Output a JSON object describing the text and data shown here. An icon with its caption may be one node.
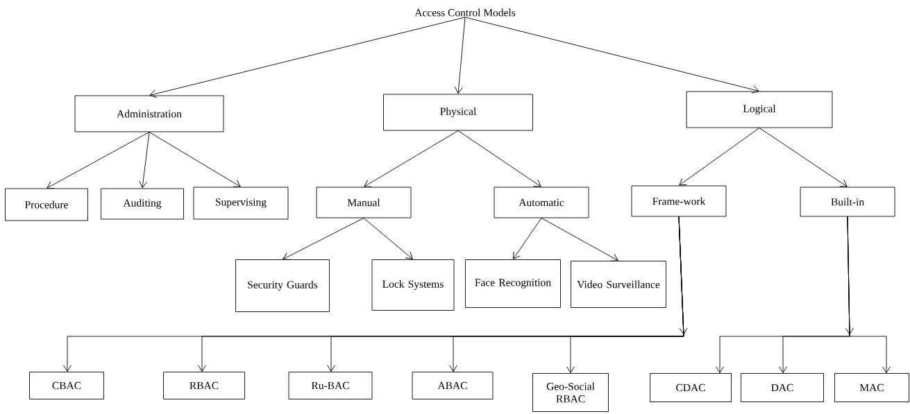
{
  "diagram": {
    "nodes": [
      {
        "text": [
          "Access Control Models"
        ]
      },
      {
        "text": [
          "Administration"
        ]
      },
      {
        "text": [
          "Physical"
        ]
      },
      {
        "text": [
          "Logical"
        ]
      },
      {
        "text": [
          "Procedure"
        ]
      },
      {
        "text": [
          "Auditing"
        ]
      },
      {
        "text": [
          "Supervising"
        ]
      },
      {
        "text": [
          "Manual"
        ]
      },
      {
        "text": [
          "Automatic"
        ]
      },
      {
        "text": [
          "Frame-work"
        ]
      },
      {
        "text": [
          "Built-in"
        ]
      },
      {
        "text": [
          "Security Guards"
        ]
      },
      {
        "text": [
          "Lock Systems"
        ]
      },
      {
        "text": [
          "Face Recognition"
        ]
      },
      {
        "text": [
          "Video Surveillance"
        ]
      },
      {
        "text": [
          "CBAC"
        ]
      },
      {
        "text": [
          "RBAC"
        ]
      },
      {
        "text": [
          "Ru-BAC"
        ]
      },
      {
        "text": [
          "ABAC"
        ]
      },
      {
        "text": [
          "Geo-Social RBAC"
        ]
      },
      {
        "text": [
          "CDAC"
        ]
      },
      {
        "text": [
          "DAC"
        ]
      },
      {
        "text": [
          "MAC"
        ]
      }
    ],
    "edges": [
      {
        "from": 0,
        "to": 1,
        "arrow": "to"
      },
      {
        "from": 0,
        "to": 2,
        "arrow": "to"
      },
      {
        "from": 0,
        "to": 3,
        "arrow": "to"
      },
      {
        "from": 1,
        "to": 4,
        "arrow": "to"
      },
      {
        "from": 1,
        "to": 5,
        "arrow": "to"
      },
      {
        "from": 1,
        "to": 6,
        "arrow": "to"
      },
      {
        "from": 2,
        "to": 7,
        "arrow": "to"
      },
      {
        "from": 2,
        "to": 8,
        "arrow": "to"
      },
      {
        "from": 3,
        "to": 9,
        "arrow": "to"
      },
      {
        "from": 3,
        "to": 10,
        "arrow": "to"
      },
      {
        "from": 7,
        "to": 11,
        "arrow": "to"
      },
      {
        "from": 7,
        "to": 12,
        "arrow": "to"
      },
      {
        "from": 8,
        "to": 13,
        "arrow": "to"
      },
      {
        "from": 8,
        "to": 14,
        "arrow": "to"
      },
      {
        "from": 9,
        "to": 15,
        "arrow": "to"
      },
      {
        "from": 9,
        "to": 16,
        "arrow": "to"
      },
      {
        "from": 9,
        "to": 17,
        "arrow": "to"
      },
      {
        "from": 9,
        "to": 18,
        "arrow": "to"
      },
      {
        "from": 9,
        "to": 19,
        "arrow": "to"
      },
      {
        "from": 10,
        "to": 20,
        "arrow": "to"
      },
      {
        "from": 10,
        "to": 21,
        "arrow": "to"
      },
      {
        "from": 10,
        "to": 22,
        "arrow": "to"
      }
    ]
  }
}
